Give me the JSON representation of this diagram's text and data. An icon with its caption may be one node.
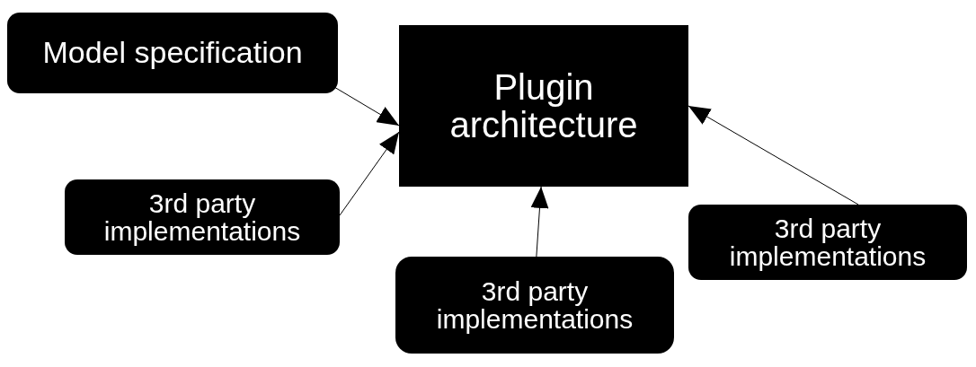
{
  "diagram": {
    "nodes": [
      {
        "text": [
          "Plugin architecture"
        ]
      },
      {
        "text": [
          "Model specification"
        ]
      },
      {
        "text": [
          "3rd party implementations"
        ]
      },
      {
        "text": [
          "3rd party implementations"
        ]
      },
      {
        "text": [
          "3rd party implementations"
        ]
      }
    ],
    "edges": [
      {
        "from": 1,
        "to": 0,
        "arrow": "to"
      },
      {
        "from": 2,
        "to": 0,
        "arrow": "to"
      },
      {
        "from": 3,
        "to": 0,
        "arrow": "to"
      },
      {
        "from": 4,
        "to": 0,
        "arrow": "to"
      }
    ]
  }
}
